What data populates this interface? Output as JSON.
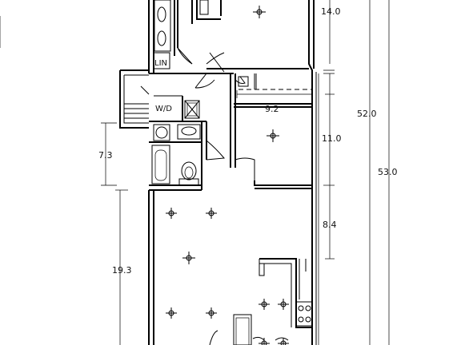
{
  "plan": {
    "room_labels": {
      "linen": "LIN",
      "washer_dryer": "W/D"
    },
    "dimensions": {
      "top_right_length": "14.0",
      "bedroom_width": "9.2",
      "overall_inner": "52.0",
      "overall_outer": "53.0",
      "bedroom_depth": "11.0",
      "entry_depth": "8.4",
      "bath_depth": "7.3",
      "living_depth": "19.3"
    }
  }
}
